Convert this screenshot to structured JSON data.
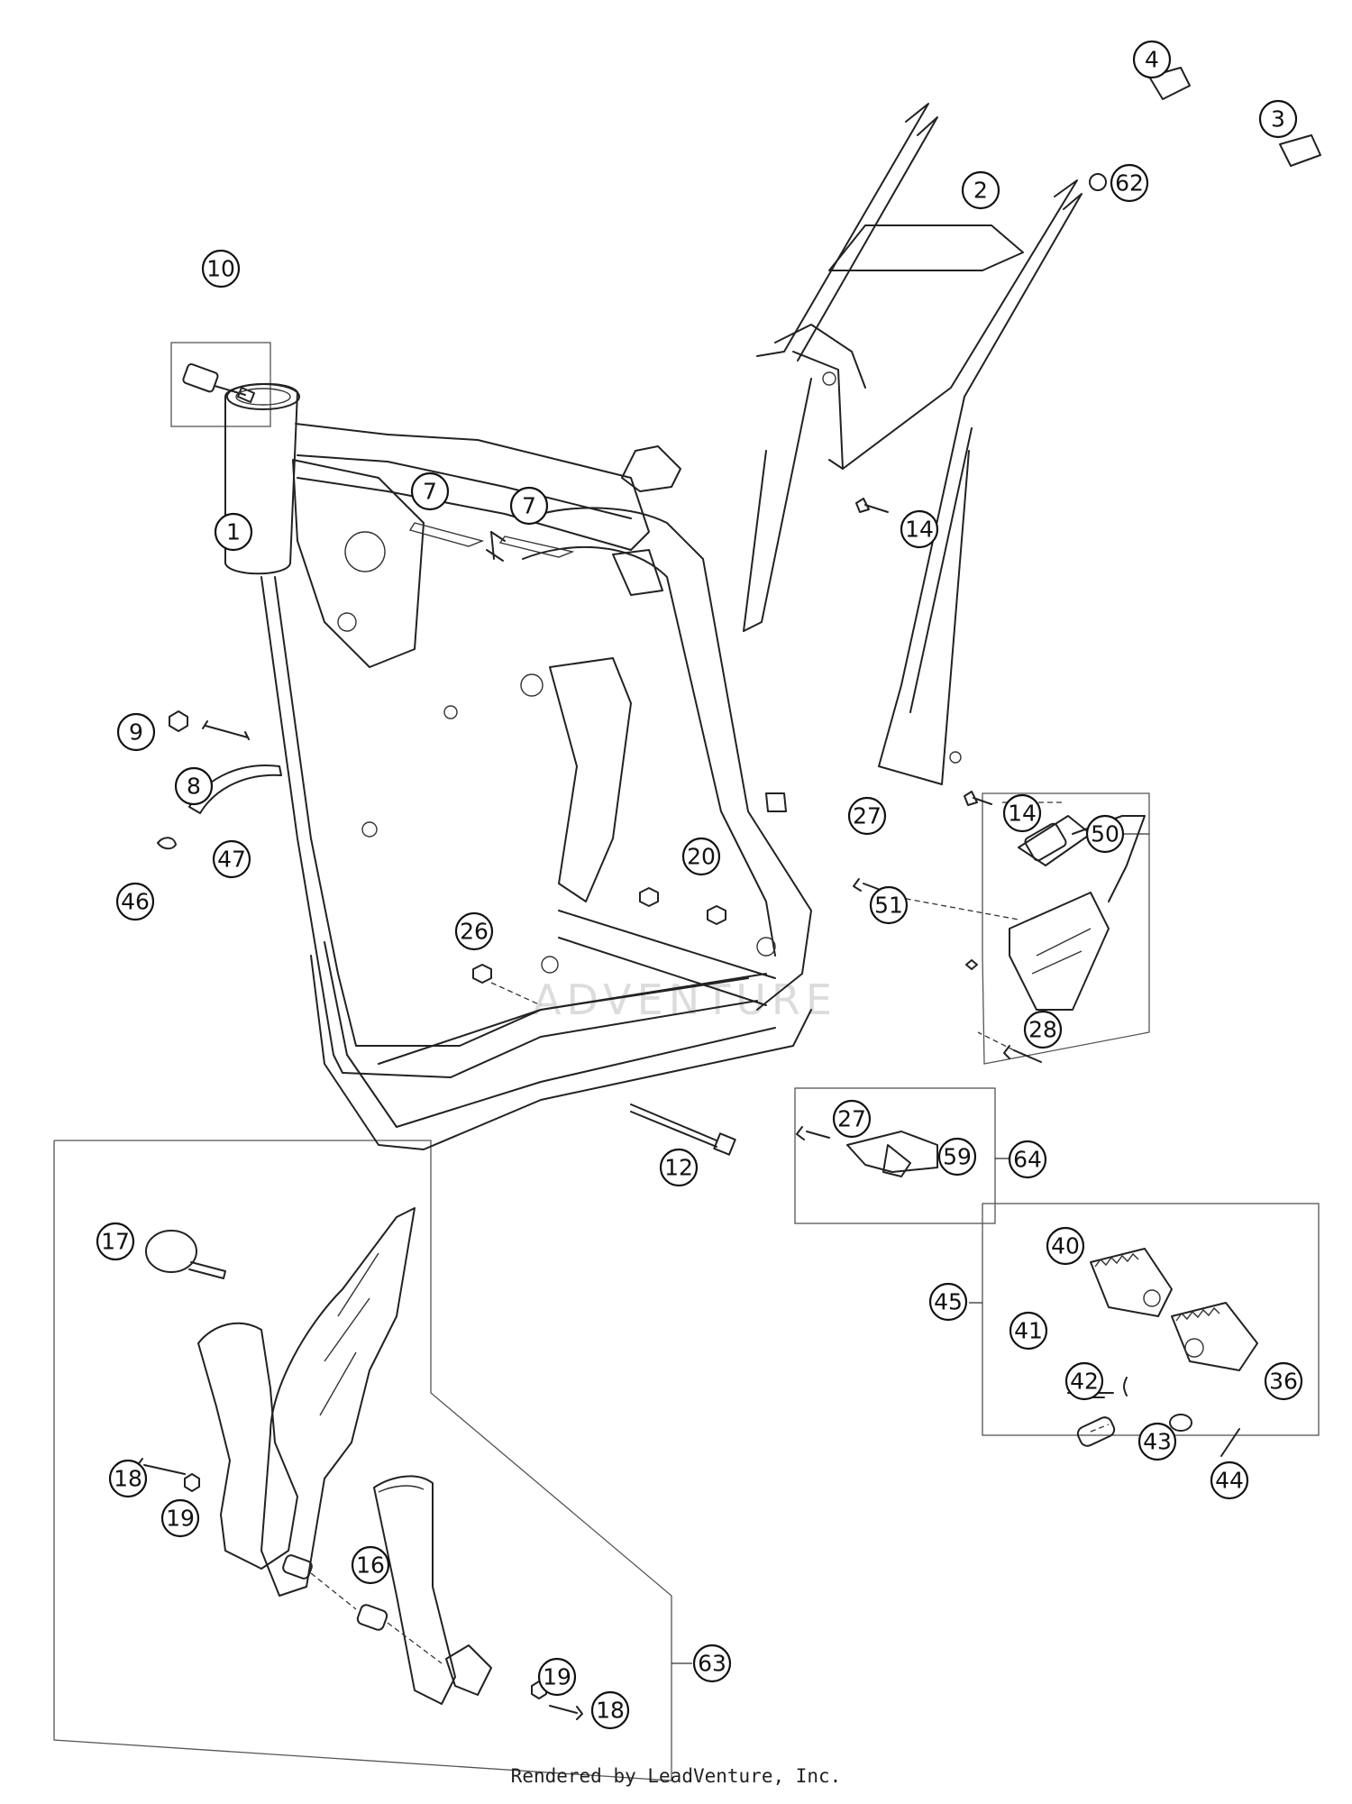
{
  "footer": {
    "text": "Rendered by LeadVenture, Inc."
  },
  "watermark": {
    "text": "ADVENTURE"
  },
  "callouts": [
    {
      "id": "c1",
      "label": "1"
    },
    {
      "id": "c2",
      "label": "2"
    },
    {
      "id": "c3",
      "label": "3"
    },
    {
      "id": "c4",
      "label": "4"
    },
    {
      "id": "c7a",
      "label": "7"
    },
    {
      "id": "c7b",
      "label": "7"
    },
    {
      "id": "c8",
      "label": "8"
    },
    {
      "id": "c9",
      "label": "9"
    },
    {
      "id": "c10",
      "label": "10"
    },
    {
      "id": "c12",
      "label": "12"
    },
    {
      "id": "c14a",
      "label": "14"
    },
    {
      "id": "c14b",
      "label": "14"
    },
    {
      "id": "c16",
      "label": "16"
    },
    {
      "id": "c17",
      "label": "17"
    },
    {
      "id": "c18a",
      "label": "18"
    },
    {
      "id": "c18b",
      "label": "18"
    },
    {
      "id": "c19a",
      "label": "19"
    },
    {
      "id": "c19b",
      "label": "19"
    },
    {
      "id": "c20",
      "label": "20"
    },
    {
      "id": "c26",
      "label": "26"
    },
    {
      "id": "c27a",
      "label": "27"
    },
    {
      "id": "c27b",
      "label": "27"
    },
    {
      "id": "c28",
      "label": "28"
    },
    {
      "id": "c36",
      "label": "36"
    },
    {
      "id": "c40",
      "label": "40"
    },
    {
      "id": "c41",
      "label": "41"
    },
    {
      "id": "c42",
      "label": "42"
    },
    {
      "id": "c43",
      "label": "43"
    },
    {
      "id": "c44",
      "label": "44"
    },
    {
      "id": "c45",
      "label": "45"
    },
    {
      "id": "c46",
      "label": "46"
    },
    {
      "id": "c47",
      "label": "47"
    },
    {
      "id": "c50",
      "label": "50"
    },
    {
      "id": "c51",
      "label": "51"
    },
    {
      "id": "c59",
      "label": "59"
    },
    {
      "id": "c62",
      "label": "62"
    },
    {
      "id": "c63",
      "label": "63"
    },
    {
      "id": "c64",
      "label": "64"
    }
  ]
}
